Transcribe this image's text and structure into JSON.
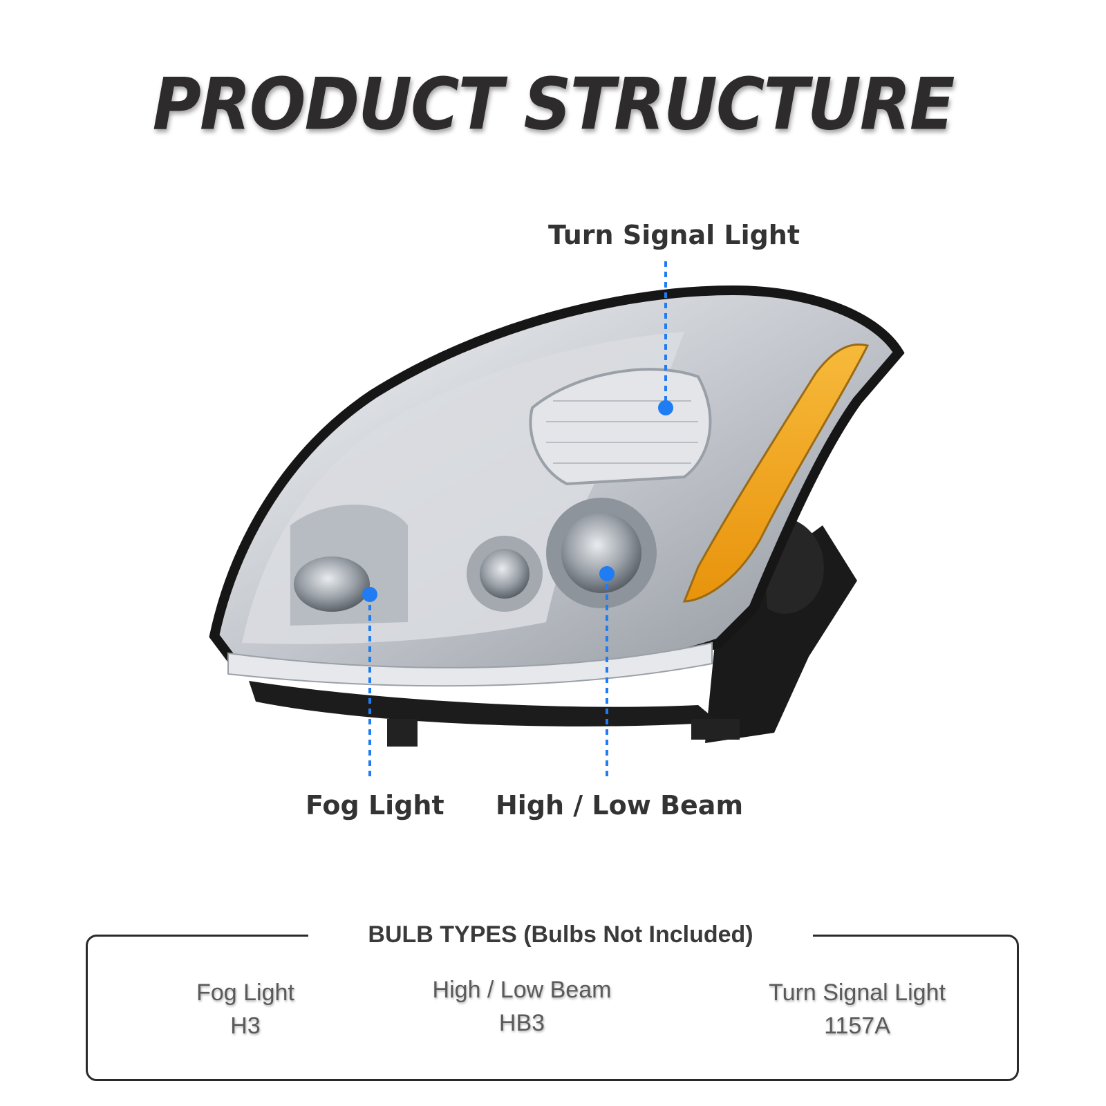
{
  "title": "PRODUCT STRUCTURE",
  "callouts": {
    "turn_signal": "Turn Signal Light",
    "fog": "Fog Light",
    "beam": "High / Low Beam"
  },
  "bulb_types": {
    "heading": "BULB TYPES (Bulbs Not Included)",
    "items": [
      {
        "name": "Fog Light",
        "type": "H3"
      },
      {
        "name": "High / Low Beam",
        "type": "HB3"
      },
      {
        "name": "Turn Signal Light",
        "type": "1157A"
      }
    ]
  },
  "colors": {
    "title": "#2e2b2c",
    "marker": "#1f7cf2",
    "amber": "#f0a51c",
    "chrome": "#c9ccd1"
  },
  "image": {
    "subject": "car-headlight-assembly"
  }
}
